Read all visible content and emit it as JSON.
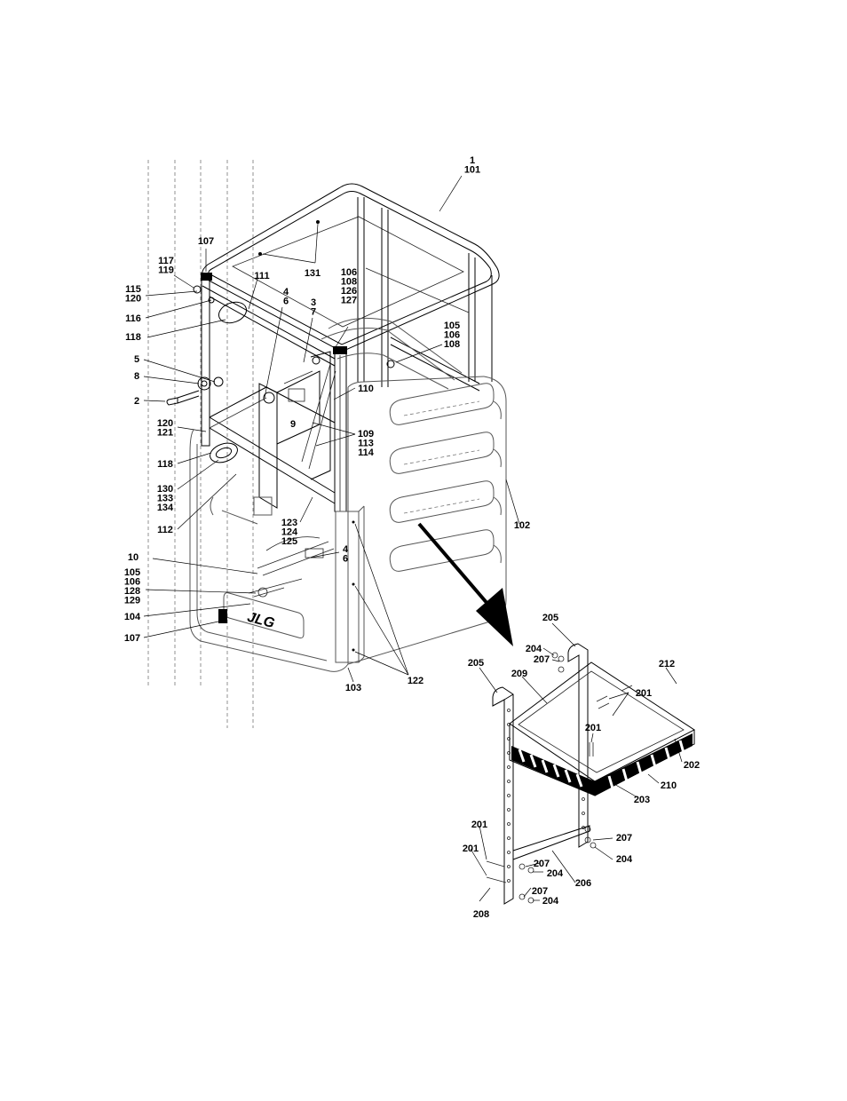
{
  "diagram": {
    "callouts_platform": {
      "c1": [
        "1",
        "101"
      ],
      "c107a": [
        "107"
      ],
      "c117": [
        "117",
        "119"
      ],
      "c131": [
        "131"
      ],
      "c111": [
        "111"
      ],
      "c115": [
        "115",
        "120"
      ],
      "c116": [
        "116"
      ],
      "c118a": [
        "118"
      ],
      "c106a": [
        "106",
        "108",
        "126",
        "127"
      ],
      "c4a": [
        "4",
        "6"
      ],
      "c3": [
        "3",
        "7"
      ],
      "c105a": [
        "105",
        "106",
        "108"
      ],
      "c5": [
        "5"
      ],
      "c8": [
        "8"
      ],
      "c2": [
        "2"
      ],
      "c110": [
        "110"
      ],
      "c9": [
        "9"
      ],
      "c120": [
        "120",
        "121"
      ],
      "c109": [
        "109",
        "113",
        "114"
      ],
      "c118b": [
        "118"
      ],
      "c130": [
        "130",
        "133",
        "134"
      ],
      "c112": [
        "112"
      ],
      "c102": [
        "102"
      ],
      "c123": [
        "123",
        "124",
        "125"
      ],
      "c10": [
        "10"
      ],
      "c4b": [
        "4",
        "6"
      ],
      "c105b": [
        "105",
        "106",
        "128",
        "129"
      ],
      "c104": [
        "104"
      ],
      "c107b": [
        "107"
      ],
      "c103": [
        "103"
      ],
      "c122": [
        "122"
      ]
    },
    "callouts_tray": {
      "c205a": [
        "205"
      ],
      "c204a": [
        "204"
      ],
      "c207a": [
        "207"
      ],
      "c212": [
        "212"
      ],
      "c205b": [
        "205"
      ],
      "c209": [
        "209"
      ],
      "c201a": [
        "201"
      ],
      "c201b": [
        "201"
      ],
      "c202": [
        "202"
      ],
      "c210": [
        "210"
      ],
      "c203": [
        "203"
      ],
      "c201c": [
        "201"
      ],
      "c207b": [
        "207"
      ],
      "c201d": [
        "201"
      ],
      "c204b": [
        "204"
      ],
      "c207c": [
        "207"
      ],
      "c204c": [
        "204"
      ],
      "c206": [
        "206"
      ],
      "c207d": [
        "207"
      ],
      "c208": [
        "208"
      ],
      "c204d": [
        "204"
      ]
    },
    "logo_text": "JLG"
  }
}
